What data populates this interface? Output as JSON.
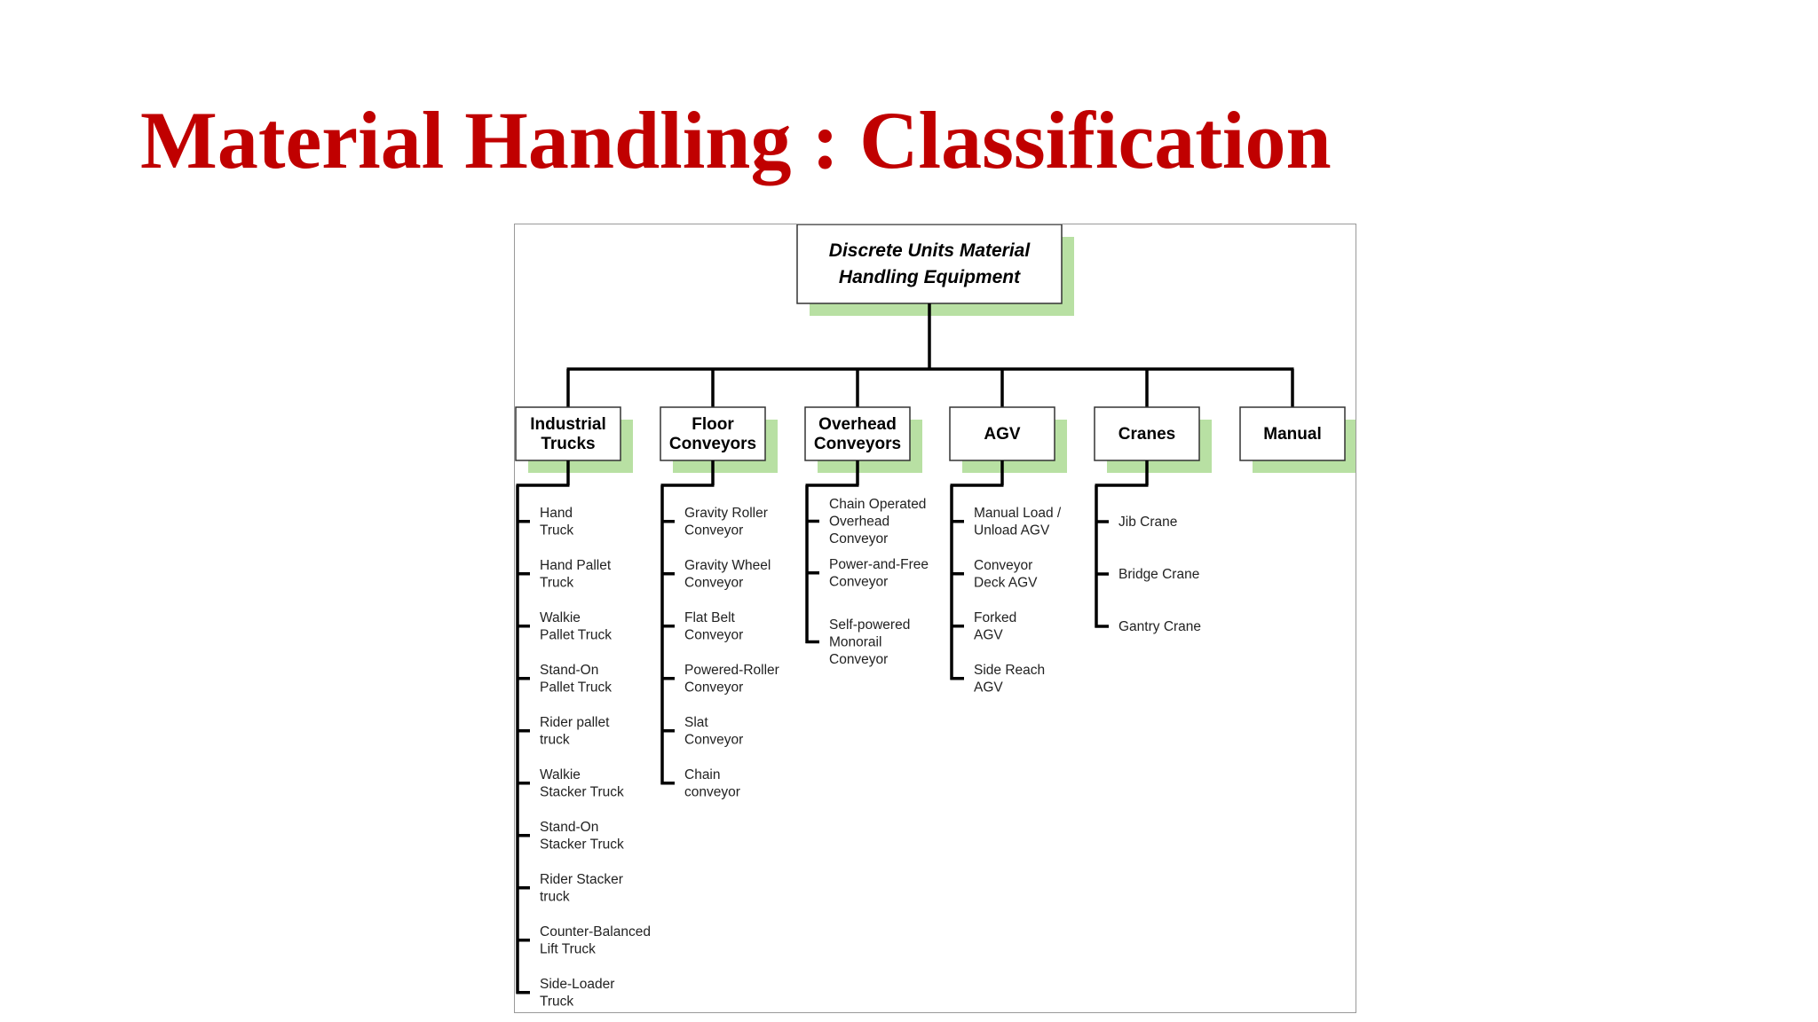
{
  "title": "Material Handling : Classification",
  "colors": {
    "title": "#c00000",
    "shadow": "#b8e0a3",
    "line": "#000000",
    "box_border": "#333333"
  },
  "root": {
    "lines": [
      "Discrete Units Material",
      "Handling Equipment"
    ]
  },
  "categories": [
    {
      "id": "industrial-trucks",
      "lines": [
        "Industrial",
        "Trucks"
      ],
      "items": [
        [
          "Hand",
          "Truck"
        ],
        [
          "Hand Pallet",
          "Truck"
        ],
        [
          "Walkie",
          "Pallet Truck"
        ],
        [
          "Stand-On",
          "Pallet Truck"
        ],
        [
          "Rider pallet",
          "truck"
        ],
        [
          "Walkie",
          "Stacker Truck"
        ],
        [
          "Stand-On",
          "Stacker Truck"
        ],
        [
          "Rider Stacker",
          "truck"
        ],
        [
          "Counter-Balanced",
          "Lift Truck"
        ],
        [
          "Side-Loader",
          "Truck"
        ]
      ]
    },
    {
      "id": "floor-conveyors",
      "lines": [
        "Floor",
        "Conveyors"
      ],
      "items": [
        [
          "Gravity Roller",
          "Conveyor"
        ],
        [
          "Gravity Wheel",
          "Conveyor"
        ],
        [
          "Flat Belt",
          "Conveyor"
        ],
        [
          "Powered-Roller",
          "Conveyor"
        ],
        [
          "Slat",
          "Conveyor"
        ],
        [
          "Chain",
          "conveyor"
        ]
      ]
    },
    {
      "id": "overhead-conveyors",
      "lines": [
        "Overhead",
        "Conveyors"
      ],
      "items": [
        [
          "Chain Operated",
          "Overhead",
          "Conveyor"
        ],
        [
          "Power-and-Free",
          "Conveyor"
        ],
        [
          "Self-powered",
          "Monorail",
          "Conveyor"
        ]
      ]
    },
    {
      "id": "agv",
      "lines": [
        "AGV"
      ],
      "items": [
        [
          "Manual Load /",
          "Unload AGV"
        ],
        [
          "Conveyor",
          "Deck AGV"
        ],
        [
          "Forked",
          "AGV"
        ],
        [
          "Side Reach",
          "AGV"
        ]
      ]
    },
    {
      "id": "cranes",
      "lines": [
        "Cranes"
      ],
      "items": [
        [
          "Jib Crane"
        ],
        [
          "Bridge Crane"
        ],
        [
          "Gantry Crane"
        ]
      ]
    },
    {
      "id": "manual",
      "lines": [
        "Manual"
      ],
      "items": []
    }
  ]
}
